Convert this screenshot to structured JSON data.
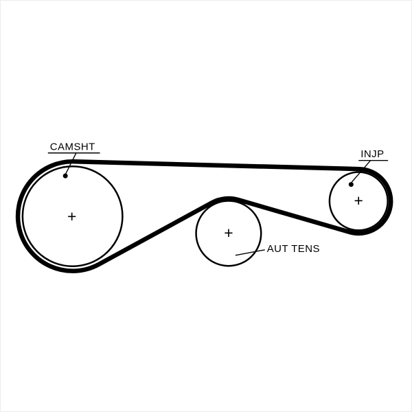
{
  "colors": {
    "line": "#000000",
    "background": "#ffffff"
  },
  "pulleys": [
    {
      "id": "camshaft",
      "label": "CAMSHT",
      "center_mark": "+"
    },
    {
      "id": "tensioner",
      "label": "AUT TENS",
      "center_mark": "+"
    },
    {
      "id": "injection-pump",
      "label": "INJP",
      "center_mark": "+"
    }
  ]
}
